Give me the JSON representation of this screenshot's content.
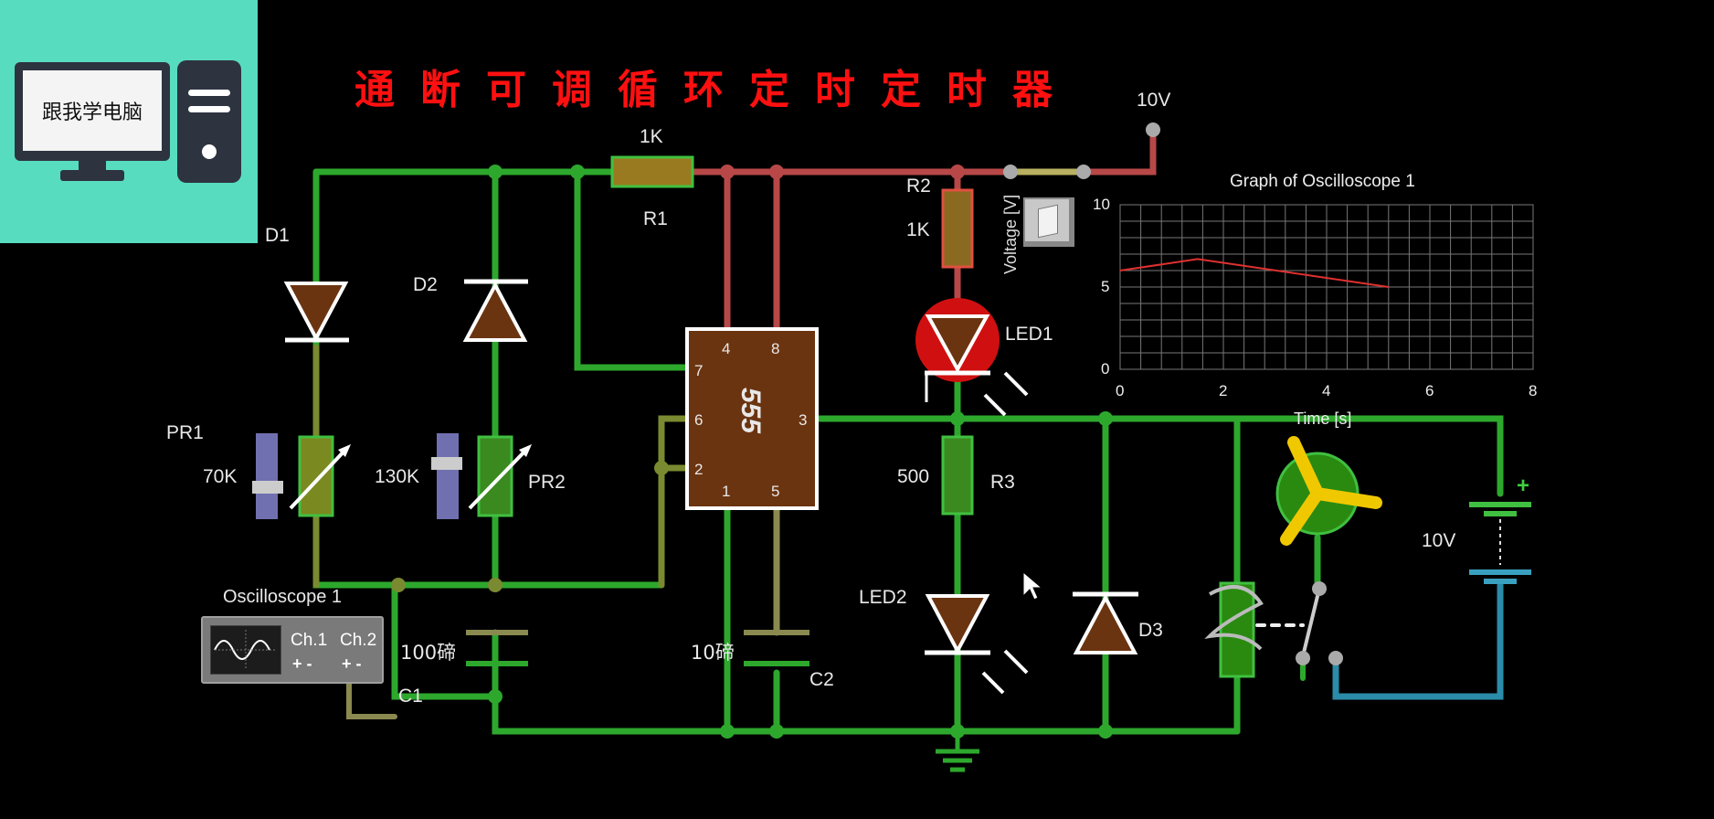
{
  "logo": {
    "text": "跟我学电脑"
  },
  "title": "通断可调循环定时定时器",
  "labels": {
    "v_top": "10V",
    "r1_value": "1K",
    "r1_name": "R1",
    "r2_name": "R2",
    "r2_value": "1K",
    "led1": "LED1",
    "d1": "D1",
    "d2": "D2",
    "pr1": "PR1",
    "pr1_value": "70K",
    "pr2": "PR2",
    "pr2_value": "130K",
    "r3_value": "500",
    "r3_name": "R3",
    "led2": "LED2",
    "d3": "D3",
    "c1_value": "100碲",
    "c1_name": "C1",
    "c2_value": "10碲",
    "c2_name": "C2",
    "battery_value": "10V",
    "battery_plus": "+",
    "oscilloscope": "Oscilloscope 1",
    "ch1": "Ch.1",
    "ch2": "Ch.2",
    "pm1": "+ -",
    "pm2": "+ -",
    "chip": "555",
    "pin4": "4",
    "pin8": "8",
    "pin7": "7",
    "pin6": "6",
    "pin2": "2",
    "pin3": "3",
    "pin1": "1",
    "pin5": "5"
  },
  "graph": {
    "title": "Graph of Oscilloscope 1",
    "xlabel": "Time [s]",
    "ylabel": "Voltage [V]",
    "xticks": [
      "0",
      "2",
      "4",
      "6",
      "8"
    ],
    "yticks": [
      "10",
      "5",
      "0"
    ]
  },
  "chart_data": {
    "type": "line",
    "title": "Graph of Oscilloscope 1",
    "xlabel": "Time [s]",
    "ylabel": "Voltage [V]",
    "xlim": [
      0,
      8
    ],
    "ylim": [
      0,
      10
    ],
    "grid": true,
    "series": [
      {
        "x": [
          0,
          1.5,
          5.2
        ],
        "y": [
          6.0,
          6.7,
          5.0
        ],
        "color": "#e03030"
      }
    ]
  },
  "colors": {
    "wire_green": "#30c030",
    "wire_red": "#c04040",
    "chip": "#6b3410",
    "trace": "#e03030"
  }
}
